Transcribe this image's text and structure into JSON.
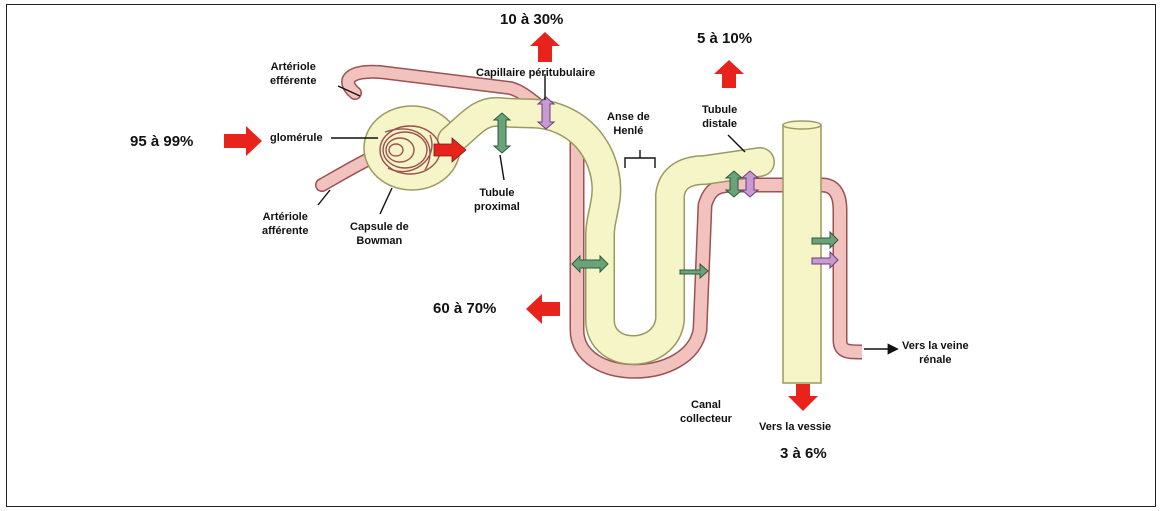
{
  "labels": {
    "efferent": [
      "Artériole",
      "efférente"
    ],
    "glomerule": "glomérule",
    "afferent": [
      "Artériole",
      "afférente"
    ],
    "bowman": [
      "Capsule de",
      "Bowman"
    ],
    "peritubular": "Capillaire péritubulaire",
    "proximal": [
      "Tubule",
      "proximal"
    ],
    "henle": [
      "Anse de",
      "Henlé"
    ],
    "distal": [
      "Tubule",
      "distale"
    ],
    "collecting": [
      "Canal",
      "collecteur"
    ],
    "bladder": "Vers la vessie",
    "vein": [
      "Vers la veine",
      "rénale"
    ]
  },
  "percentages": {
    "glomerular": "95 à 99%",
    "peritubular": "10 à 30%",
    "distal": "5 à 10%",
    "proximal": "60 à 70%",
    "urine": "3 à 6%"
  },
  "colors": {
    "tubule_fill": "#f6f5c8",
    "tubule_stroke": "#9a9a60",
    "capillary_fill": "#f2c2bf",
    "capillary_stroke": "#9b5252",
    "red_arrow": "#e8231b",
    "green_transporter": "#6aa37a",
    "purple_transporter": "#c79ad1"
  }
}
